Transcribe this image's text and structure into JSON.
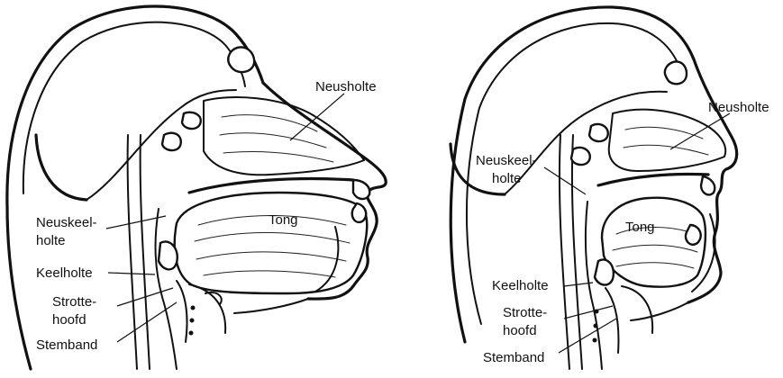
{
  "left_figure": {
    "labels": {
      "neusholte": "Neusholte",
      "tong": "Tong",
      "neuskeel_1": "Neuskeel-",
      "neuskeel_2": "holte",
      "keelholte": "Keelholte",
      "strotte_1": "Strotte-",
      "strotte_2": "hoofd",
      "stemband": "Stemband"
    }
  },
  "right_figure": {
    "labels": {
      "neusholte": "Neusholte",
      "tong": "Tong",
      "neuskeel_1": "Neuskeel-",
      "neuskeel_2": "holte",
      "keelholte": "Keelholte",
      "strotte_1": "Strotte-",
      "strotte_2": "hoofd",
      "stemband": "Stemband"
    }
  }
}
